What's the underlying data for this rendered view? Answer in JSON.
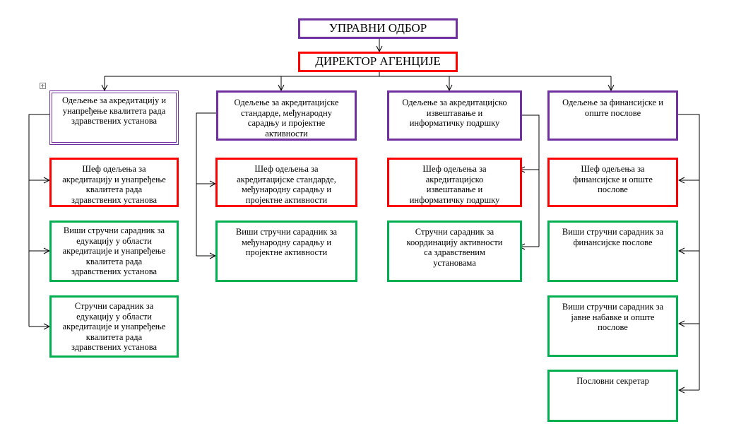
{
  "org": {
    "board": "УПРАВНИ ОДБОР",
    "director": "ДИРЕКТОР АГЕНЦИЈЕ",
    "colors": {
      "purple": "#7030a0",
      "red": "#ff0000",
      "green": "#00b050",
      "line": "#000000"
    },
    "departments": [
      {
        "name": "Одељење за акредитацију и\nунапређење квалитета рада\nздравствених установа",
        "chief": "Шеф одељења за\nакредитацију и унапређење\nквалитета рада\nздравствених установа",
        "staff": [
          "Виши стручни сарадник за\nедукацију у области\nакредитације и унапређење\nквалитета рада\nздравствених установа",
          "Стручни сарадник за\nедукацију у области\nакредитације и унапређење\nквалитета рада\nздравствених установа"
        ]
      },
      {
        "name": "Одељење за акредитацијске\nстандарде, међународну\nсарадњу и пројектне\nактивности",
        "chief": "Шеф одељења за\nакредитацијске стандарде,\nмеђународну сарадњу и\nпројектне активности",
        "staff": [
          "Виши стручни сарадник за\nмеђународну сарадњу и\nпројектне активности"
        ]
      },
      {
        "name": "Одељење за акредитацијско\nизвештавање и\nинформатичку подршку",
        "chief": "Шеф одељења за\nакредитацијско\nизвештавање и\nинформатичку подршку",
        "staff": [
          "Стручни сарадник за\nкоординацију активности\nса здравственим\nустановама"
        ]
      },
      {
        "name": "Одељење за финансијске и\nопште  послове",
        "chief": "Шеф одељења за\nфинансијске и опште\nпослове",
        "staff": [
          "Виши стручни сарадник за\nфинансијске послове",
          "Виши стручни сарадник за\nјавне набавке и опште\nпослове",
          "Пословни секретар"
        ]
      }
    ]
  }
}
